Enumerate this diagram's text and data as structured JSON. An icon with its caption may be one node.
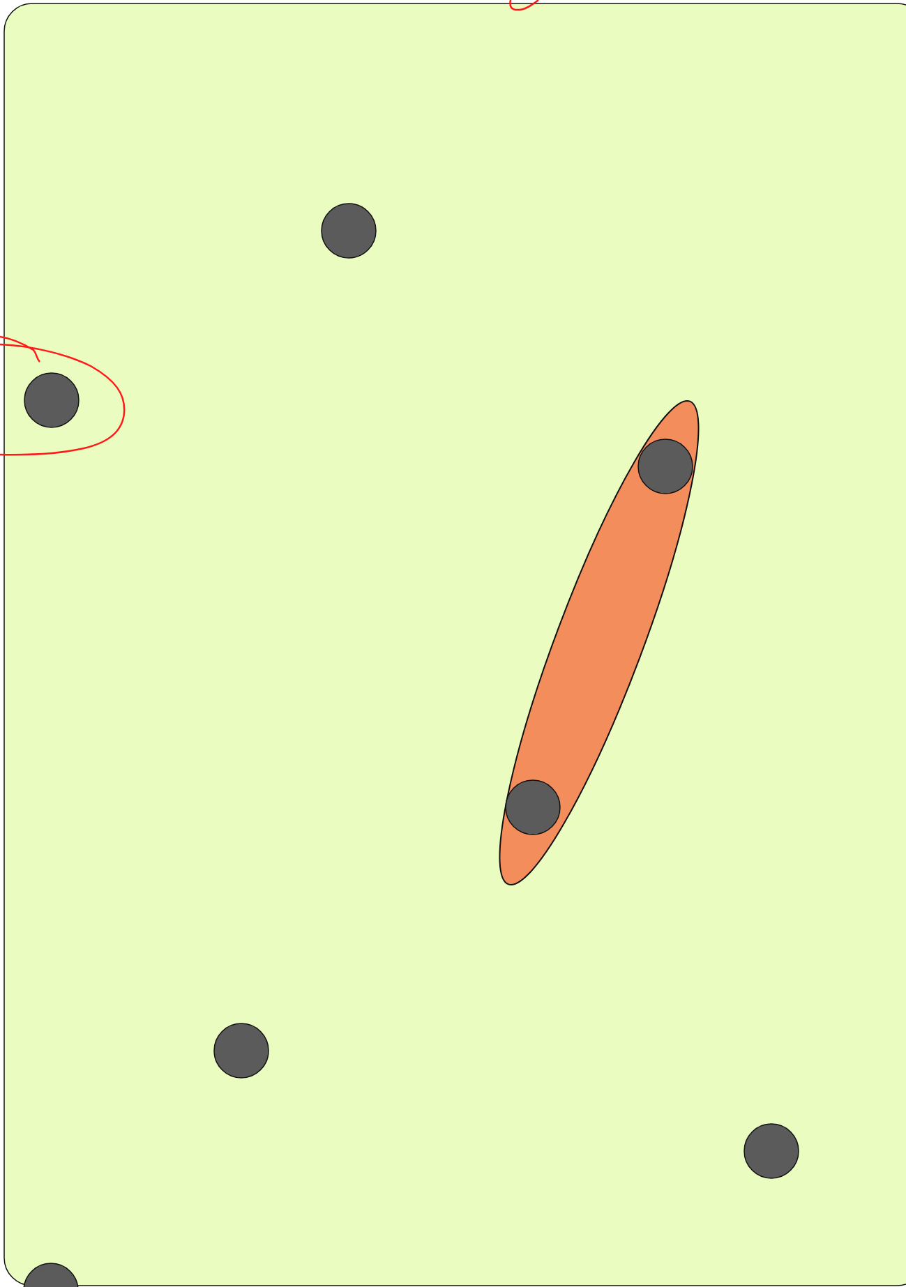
{
  "diagram": {
    "nodes": [
      {
        "text": [],
        "shape": "box"
      },
      {
        "text": [],
        "shape": "circle",
        "in": 0
      },
      {
        "text": [],
        "shape": "circle",
        "in": 0
      },
      {
        "text": [],
        "shape": "ellipse",
        "in": 0
      },
      {
        "text": [],
        "shape": "circle",
        "in": 3
      },
      {
        "text": [],
        "shape": "circle",
        "in": 3
      },
      {
        "text": [],
        "shape": "circle",
        "in": 0
      },
      {
        "text": [],
        "shape": "circle",
        "in": 0
      },
      {
        "text": [],
        "shape": "circle"
      }
    ]
  }
}
